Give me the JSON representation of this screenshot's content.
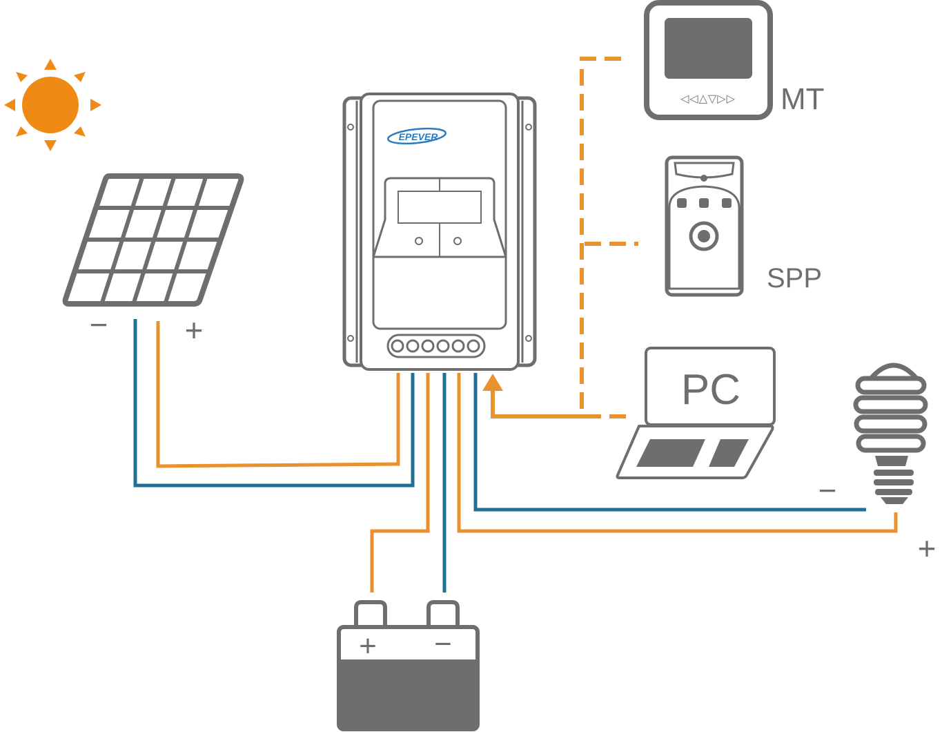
{
  "colors": {
    "outline": "#6e6e6e",
    "fill_dark": "#6e6e6e",
    "positive_wire": "#e8912e",
    "negative_wire": "#1f6f96",
    "sun": "#ef8a17",
    "brand": "#2a7bbf"
  },
  "icons": [
    "sun-icon",
    "solar-panel-icon",
    "controller-icon",
    "meter-icon",
    "spp-device-icon",
    "laptop-icon",
    "bulb-icon",
    "battery-icon"
  ],
  "controller": {
    "brand": "EPEVER"
  },
  "meter": {
    "label": "MT",
    "buttons": "◁◁△▽▷▷"
  },
  "spp": {
    "label": "SPP"
  },
  "pc": {
    "label": "PC"
  },
  "solar_panel": {
    "minus": "−",
    "plus": "+"
  },
  "battery": {
    "plus": "+",
    "minus": "−"
  },
  "load": {
    "minus": "−",
    "plus": "+"
  }
}
